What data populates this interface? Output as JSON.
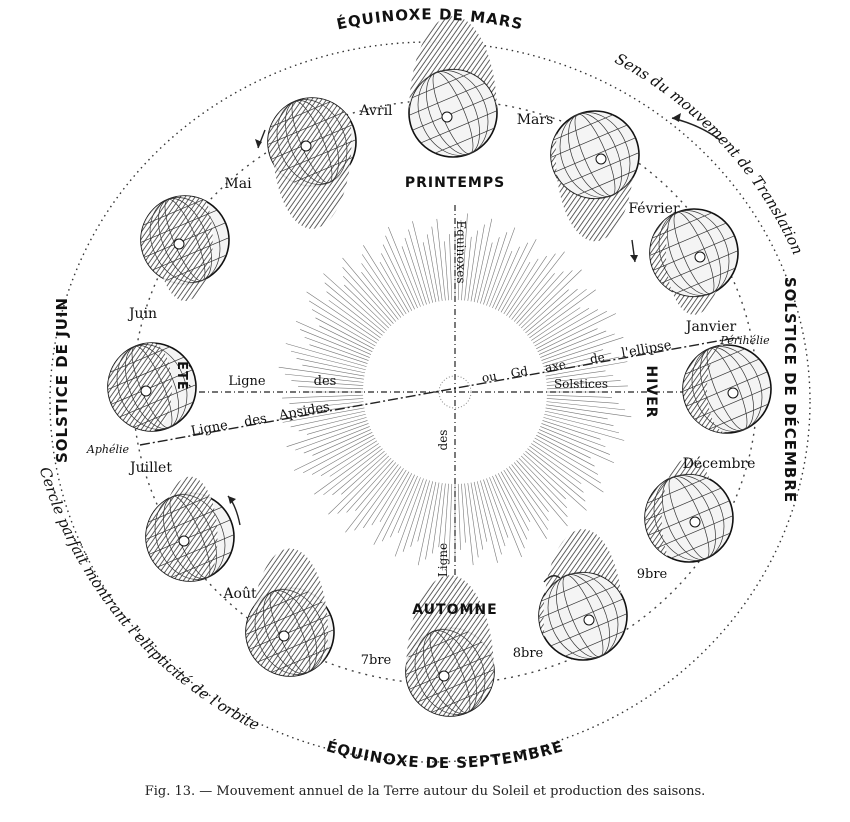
{
  "title_top": "ÉQUINOXE DE MARS",
  "title_bottom": "ÉQUINOXE DE SEPTEMBRE",
  "title_left": "SOLSTICE DE JUIN",
  "title_right": "SOLSTICE DE DÉCEMBRE",
  "direction_text": "Sens du mouvement de Translation",
  "circle_text": "Cercle parfait montrant l'ellipticité de l'orbite",
  "seasons": {
    "spring": "PRINTEMPS",
    "summer": "ÉTÉ",
    "autumn": "AUTOMNE",
    "winter": "HIVER"
  },
  "months": {
    "avril": "Avril",
    "mars": "Mars",
    "mai": "Mai",
    "fevrier": "Février",
    "juin": "Juin",
    "janvier": "Janvier",
    "juillet": "Juillet",
    "decembre": "Décembre",
    "aout": "Août",
    "novembre": "9bre",
    "septembre": "7bre",
    "octobre": "8bre"
  },
  "perihelie": "Périhélie",
  "aphelie": "Aphélie",
  "lines": {
    "ligne_des_solstices": [
      "Ligne",
      "des",
      "Solstices"
    ],
    "ligne_des_apsides": [
      "Ligne",
      "des",
      "Apsides"
    ],
    "grand_axe": [
      "ou",
      "Gd",
      "axe",
      "de",
      "l'ellipse"
    ],
    "ligne_des_equinoxes": [
      "Ligne",
      "des",
      "Equinoxes"
    ]
  },
  "caption": "Fig. 13. — Mouvement annuel de la Terre autour du Soleil et production des saisons."
}
